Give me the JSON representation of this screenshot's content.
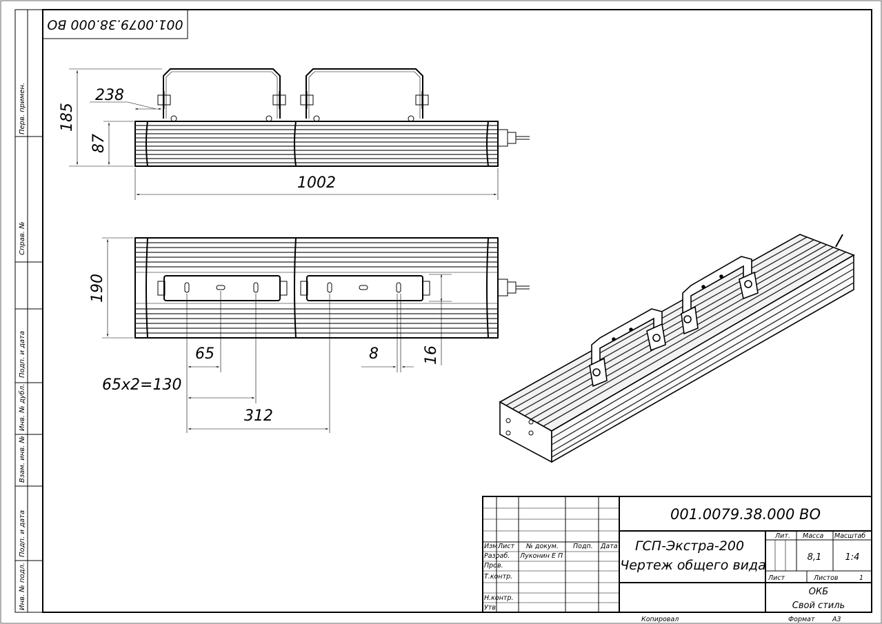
{
  "drawing": {
    "stamp_rotated": "001.0079.38.000 ВО"
  },
  "side_columns": {
    "perv_primen": "Перв. примен.",
    "sprav_no": "Справ. №",
    "podp_i_data_1": "Подп. и дата",
    "inv_no_dubl": "Инв. № дубл.",
    "vzam_inv_no": "Взам. инв. №",
    "podp_i_data_2": "Подп. и дата",
    "inv_no_podl": "Инв. № подл."
  },
  "dimensions": {
    "d185": "185",
    "d238": "238",
    "d87": "87",
    "d1002": "1002",
    "d190": "190",
    "d65": "65",
    "d8": "8",
    "d16": "16",
    "d65x2": "65x2=130",
    "d312": "312"
  },
  "title_block": {
    "doc_number": "001.0079.38.000 ВО",
    "product_name": "ГСП-Экстра-200",
    "doc_type": "Чертеж общего вида",
    "col_izm": "Изм.",
    "col_list": "Лист",
    "col_no_dokum": "№ докум.",
    "col_podp": "Подп.",
    "col_data": "Дата",
    "row_razrab": "Разраб.",
    "razrab_name": "Луконин Е П",
    "row_prov": "Пров.",
    "row_tkontr": "Т.контр.",
    "row_nkontr": "Н.контр.",
    "row_utv": "Утв.",
    "lit_label": "Лит.",
    "massa_label": "Масса",
    "masshtab_label": "Масштаб",
    "massa_value": "8,1",
    "masshtab_value": "1:4",
    "list_label": "Лист",
    "listov_label": "Листов",
    "listov_value": "1",
    "org_line1": "ОКБ",
    "org_line2": "Свой стиль",
    "kopiroval": "Копировал",
    "format_label": "Формат",
    "format_value": "А3"
  }
}
